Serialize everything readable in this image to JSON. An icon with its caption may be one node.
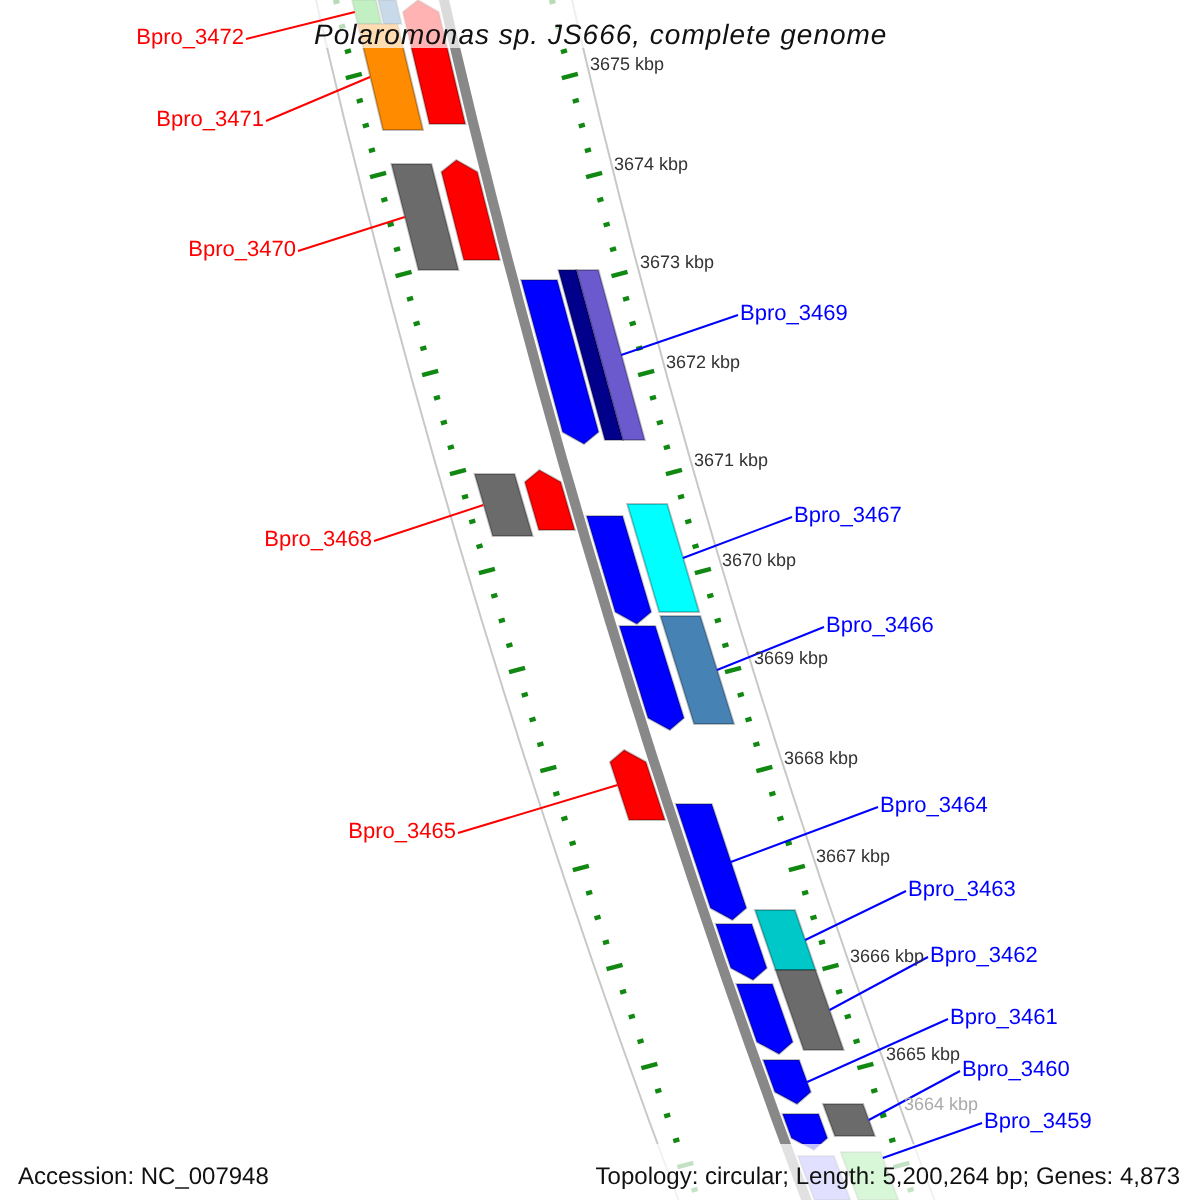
{
  "diagram": {
    "title": "Polaromonas sp. JS666, complete genome",
    "nodes": [
      {
        "text": [],
        "shape": "bar"
      },
      {
        "text": [],
        "shape": "bar"
      },
      {
        "text": [],
        "shape": "bar"
      },
      {
        "text": [
          "Bpro_3472"
        ]
      },
      {
        "text": [],
        "shape": "bar"
      },
      {
        "text": [
          "Bpro_3471"
        ]
      },
      {
        "text": [],
        "shape": "bar"
      },
      {
        "text": [],
        "shape": "bar"
      },
      {
        "text": [
          "Bpro_3470"
        ]
      },
      {
        "text": [],
        "shape": "bar"
      },
      {
        "text": [],
        "shape": "bar"
      },
      {
        "text": [],
        "shape": "bar"
      },
      {
        "text": [
          "Bpro_3469"
        ]
      },
      {
        "text": [],
        "shape": "bar"
      },
      {
        "text": [],
        "shape": "bar"
      },
      {
        "text": [],
        "shape": "bar"
      },
      {
        "text": [],
        "shape": "bar"
      },
      {
        "text": [
          "Bpro_3467"
        ]
      },
      {
        "text": [
          "Bpro_3468"
        ]
      },
      {
        "text": [],
        "shape": "bar"
      },
      {
        "text": [],
        "shape": "bar"
      },
      {
        "text": [
          "Bpro_3466"
        ]
      },
      {
        "text": [],
        "shape": "bar"
      },
      {
        "text": [],
        "shape": "bar"
      },
      {
        "text": [
          "Bpro_3464"
        ]
      },
      {
        "text": [
          "Bpro_3465"
        ]
      },
      {
        "text": [],
        "shape": "bar"
      },
      {
        "text": [],
        "shape": "bar"
      },
      {
        "text": [
          "Bpro_3463"
        ]
      },
      {
        "text": [],
        "shape": "bar"
      },
      {
        "text": [],
        "shape": "bar"
      },
      {
        "text": [
          "Bpro_3462"
        ]
      },
      {
        "text": [
          "Bpro_3461"
        ]
      },
      {
        "text": [],
        "shape": "bar"
      },
      {
        "text": [
          "Bpro_3460"
        ]
      },
      {
        "text": [],
        "shape": "bar"
      },
      {
        "text": [],
        "shape": "bar"
      },
      {
        "text": [
          "Bpro_3459"
        ]
      },
      {
        "text": [],
        "shape": "bar"
      },
      {
        "text": [],
        "shape": "bar"
      }
    ],
    "edges": [
      {
        "from": 3,
        "to": 0,
        "arrow": "none",
        "color": "#ff0000"
      },
      {
        "from": 5,
        "to": 4,
        "arrow": "none",
        "color": "#ff0000"
      },
      {
        "from": 8,
        "to": 7,
        "arrow": "none",
        "color": "#ff0000"
      },
      {
        "from": 12,
        "to": 10,
        "arrow": "none"
      },
      {
        "from": 17,
        "to": 15,
        "arrow": "none"
      },
      {
        "from": 18,
        "to": 14,
        "arrow": "none",
        "color": "#ff0000"
      },
      {
        "from": 21,
        "to": 19,
        "arrow": "none"
      },
      {
        "from": 24,
        "to": 23,
        "arrow": "none"
      },
      {
        "from": 25,
        "to": 22,
        "arrow": "none",
        "color": "#ff0000"
      },
      {
        "from": 28,
        "to": 26,
        "arrow": "none"
      },
      {
        "from": 31,
        "to": 29,
        "arrow": "none"
      },
      {
        "from": 32,
        "to": 33,
        "arrow": "none"
      },
      {
        "from": 34,
        "to": 35,
        "arrow": "none"
      },
      {
        "from": 37,
        "to": 38,
        "arrow": "none"
      }
    ],
    "labels": [
      "3675 kbp",
      "3674 kbp",
      "3673 kbp",
      "3672 kbp",
      "3671 kbp",
      "3670 kbp",
      "3669 kbp",
      "3668 kbp",
      "3667 kbp",
      "3666 kbp",
      "3665 kbp",
      "3664 kbp",
      "Accession: NC_007948",
      "Topology: circular; Length: 5,200,264 bp; Genes: 4,873"
    ]
  }
}
